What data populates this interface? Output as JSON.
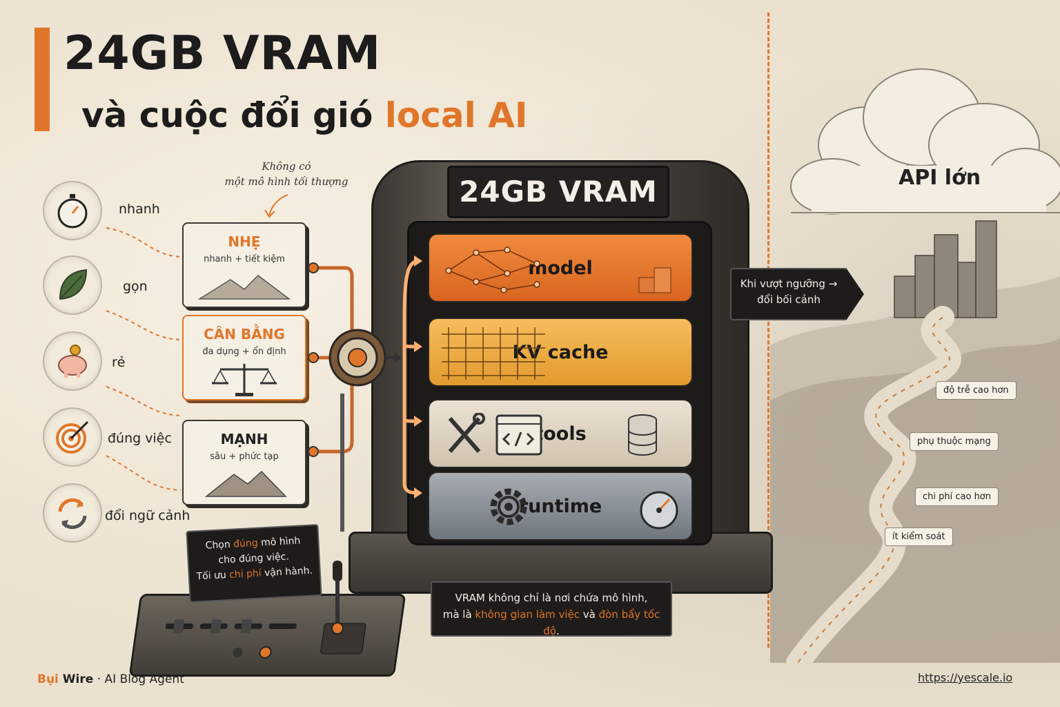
{
  "title": {
    "line1": "24GB VRAM",
    "line2_prefix": "và cuộc đổi gió ",
    "line2_accent": "local AI"
  },
  "note": {
    "line1": "Không có",
    "line2": "một mô hình tối thượng"
  },
  "features": [
    {
      "label": "nhanh",
      "icon": "stopwatch-icon"
    },
    {
      "label": "gọn",
      "icon": "leaf-icon"
    },
    {
      "label": "rẻ",
      "icon": "piggy-bank-icon"
    },
    {
      "label": "đúng việc",
      "icon": "target-icon"
    },
    {
      "label": "đổi ngữ cảnh",
      "icon": "cycle-arrows-icon"
    }
  ],
  "cards": [
    {
      "title": "NHẸ",
      "subtitle": "nhanh + tiết kiệm"
    },
    {
      "title": "CÂN BẰNG",
      "subtitle": "đa dụng + ổn định"
    },
    {
      "title": "MẠNH",
      "subtitle": "sâu + phức tạp"
    }
  ],
  "vram": {
    "label": "24GB VRAM",
    "layers": [
      {
        "name": "model"
      },
      {
        "name": "KV cache"
      },
      {
        "name": "tools"
      },
      {
        "name": "runtime"
      }
    ]
  },
  "threshold": {
    "line1": "Khi vượt ngưỡng →",
    "line2": "đổi bối cảnh"
  },
  "console": {
    "l1a": "Chọn ",
    "l1b": "đúng",
    "l1c": " mô hình",
    "l2": "cho đúng việc.",
    "l3": "Tối ưu ",
    "l3b": "chi phí",
    "l3c": " vận hành."
  },
  "bottom_note": {
    "l1": "VRAM không chỉ là nơi chứa mô hình,",
    "l2a": "mà là ",
    "l2b": "không gian làm việc",
    "l2c": " và ",
    "l2d": "đòn bẩy tốc độ",
    "l2e": "."
  },
  "api": {
    "title": "API lớn",
    "points": [
      "độ trễ cao hơn",
      "phụ thuộc mạng",
      "chi phí cao hơn",
      "ít kiểm soát"
    ]
  },
  "footer": {
    "brand": "Bụi",
    "name": " Wire",
    "tagline": " · AI Blog Agent",
    "url": "https://yescale.io"
  },
  "colors": {
    "accent": "#e0762a",
    "dark": "#1e1c1a",
    "paper": "#ebe1cf"
  }
}
